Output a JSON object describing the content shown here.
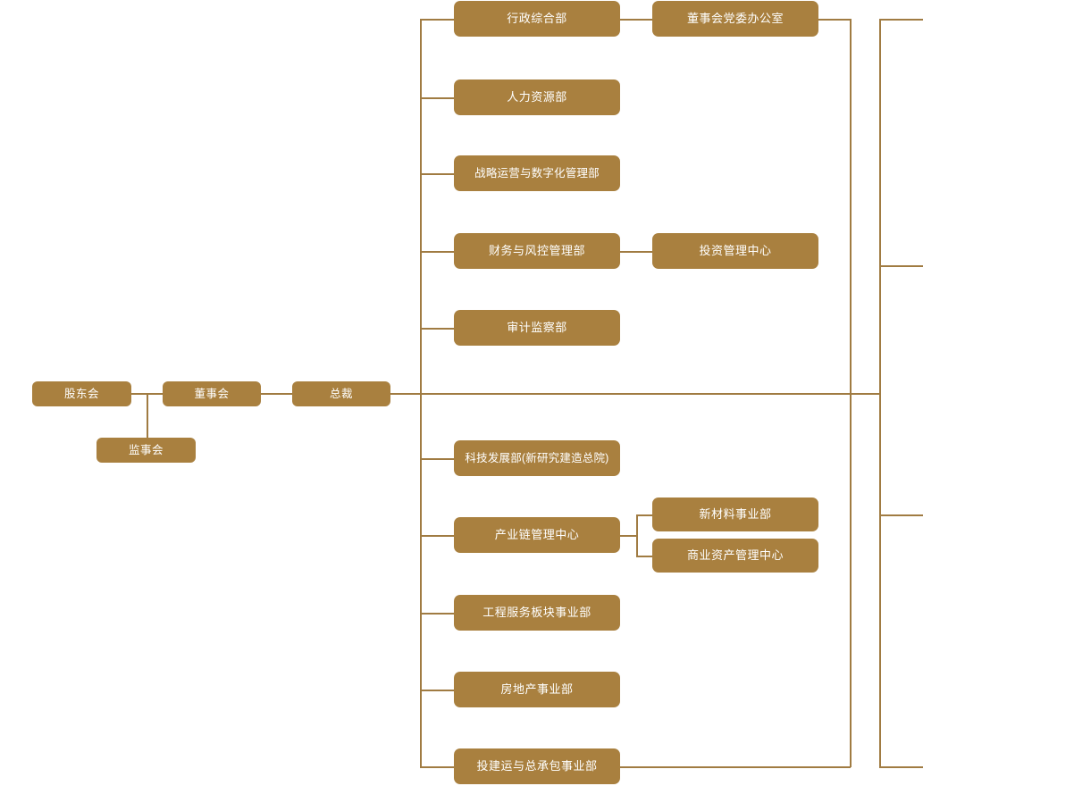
{
  "chart": {
    "type": "org-chart",
    "title": "",
    "background_color": "#ffffff",
    "node_fill_color": "#a9803f",
    "node_text_color": "#ffffff",
    "connector_color": "#a07b42"
  },
  "governance": {
    "shareholders_meeting": "股东会",
    "board_of_directors": "董事会",
    "supervisory_board": "监事会",
    "president": "总裁"
  },
  "board_office": {
    "label": "董事会党委办公室"
  },
  "departments": [
    {
      "label": "行政综合部"
    },
    {
      "label": "人力资源部"
    },
    {
      "label": "战略运营与数字化管理部"
    },
    {
      "label": "财务与风控管理部"
    },
    {
      "label": "审计监察部"
    },
    {
      "label": "科技发展部(新研究建造总院)"
    },
    {
      "label": "产业链管理中心"
    },
    {
      "label": "工程服务板块事业部"
    },
    {
      "label": "房地产事业部"
    },
    {
      "label": "投建运与总承包事业部"
    }
  ],
  "sub_units": {
    "investment_center": "投资管理中心",
    "new_materials_division": "新材料事业部",
    "commercial_asset_center": "商业资产管理中心"
  }
}
